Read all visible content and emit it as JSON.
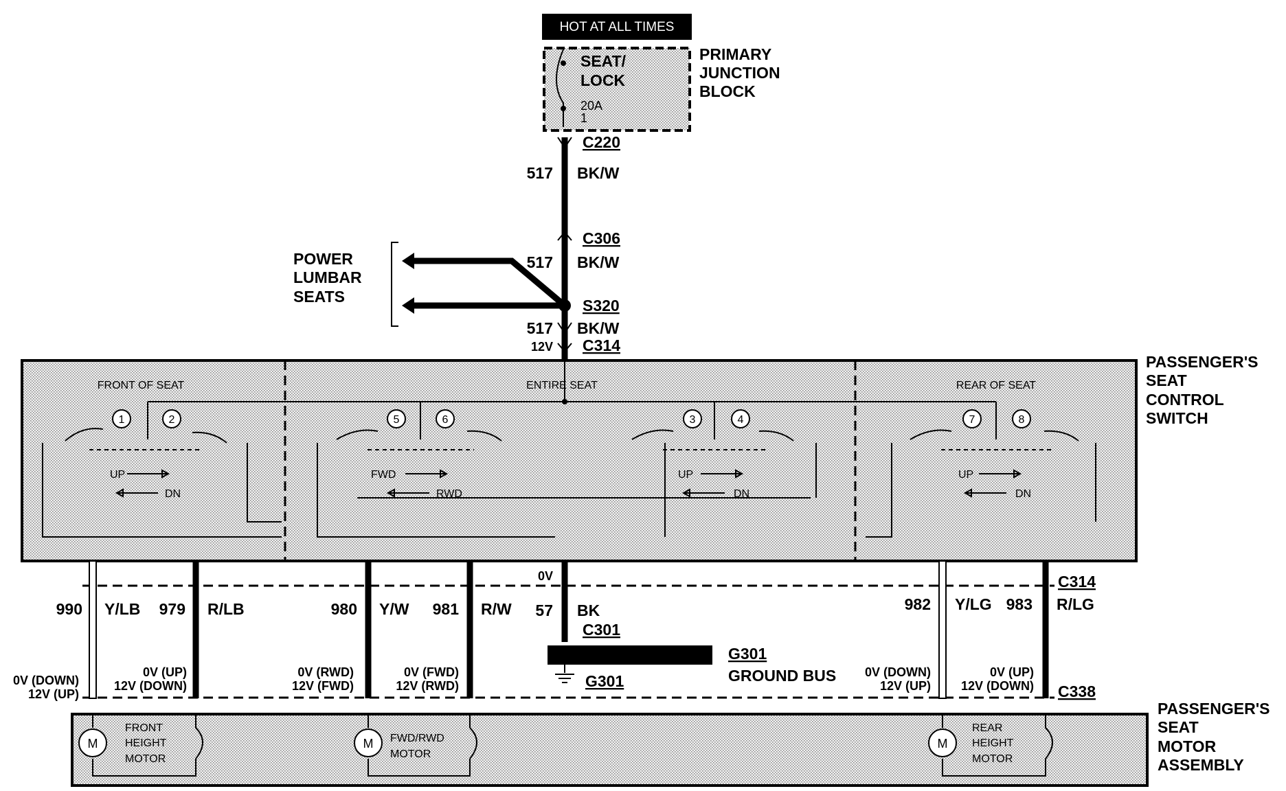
{
  "power": {
    "hot_label": "HOT AT ALL TIMES",
    "fuse_name_1": "SEAT/",
    "fuse_name_2": "LOCK",
    "fuse_rating": "20A",
    "fuse_number": "1",
    "block_1": "PRIMARY",
    "block_2": "JUNCTION",
    "block_3": "BLOCK"
  },
  "feed": {
    "c220": "C220",
    "c306": "C306",
    "s320": "S320",
    "c314": "C314",
    "circuit": "517",
    "color": "BK/W",
    "voltage": "12V"
  },
  "lumbar": {
    "line1": "POWER",
    "line2": "LUMBAR",
    "line3": "SEATS"
  },
  "switch": {
    "title_1": "PASSENGER'S",
    "title_2": "SEAT",
    "title_3": "CONTROL",
    "title_4": "SWITCH",
    "section_front": "FRONT OF SEAT",
    "section_entire": "ENTIRE SEAT",
    "section_rear": "REAR OF SEAT",
    "up": "UP",
    "dn": "DN",
    "fwd": "FWD",
    "rwd": "RWD",
    "contacts": [
      "1",
      "2",
      "5",
      "6",
      "3",
      "4",
      "7",
      "8"
    ]
  },
  "wires": [
    {
      "circuit": "990",
      "color": "Y/LB"
    },
    {
      "circuit": "979",
      "color": "R/LB"
    },
    {
      "circuit": "980",
      "color": "Y/W"
    },
    {
      "circuit": "981",
      "color": "R/W"
    },
    {
      "circuit": "982",
      "color": "Y/LG"
    },
    {
      "circuit": "983",
      "color": "R/LG"
    }
  ],
  "ground": {
    "voltage": "0V",
    "circuit": "57",
    "color": "BK",
    "connector": "C301",
    "bus_id": "G301",
    "bus_name": "GROUND BUS",
    "ground_id": "G301"
  },
  "connectors": {
    "c314": "C314",
    "c338": "C338"
  },
  "motor_voltages": {
    "front_a1": "0V (DOWN)",
    "front_a2": "12V (UP)",
    "front_b1": "0V (UP)",
    "front_b2": "12V (DOWN)",
    "fwd_a1": "0V (RWD)",
    "fwd_a2": "12V (FWD)",
    "fwd_b1": "0V (FWD)",
    "fwd_b2": "12V (RWD)",
    "rear_a1": "0V (DOWN)",
    "rear_a2": "12V (UP)",
    "rear_b1": "0V (UP)",
    "rear_b2": "12V (DOWN)"
  },
  "motors": {
    "symbol": "M",
    "front_1": "FRONT",
    "front_2": "HEIGHT",
    "front_3": "MOTOR",
    "fwd_1": "FWD/RWD",
    "fwd_2": "MOTOR",
    "rear_1": "REAR",
    "rear_2": "HEIGHT",
    "rear_3": "MOTOR"
  },
  "assembly": {
    "title_1": "PASSENGER'S",
    "title_2": "SEAT",
    "title_3": "MOTOR",
    "title_4": "ASSEMBLY"
  }
}
